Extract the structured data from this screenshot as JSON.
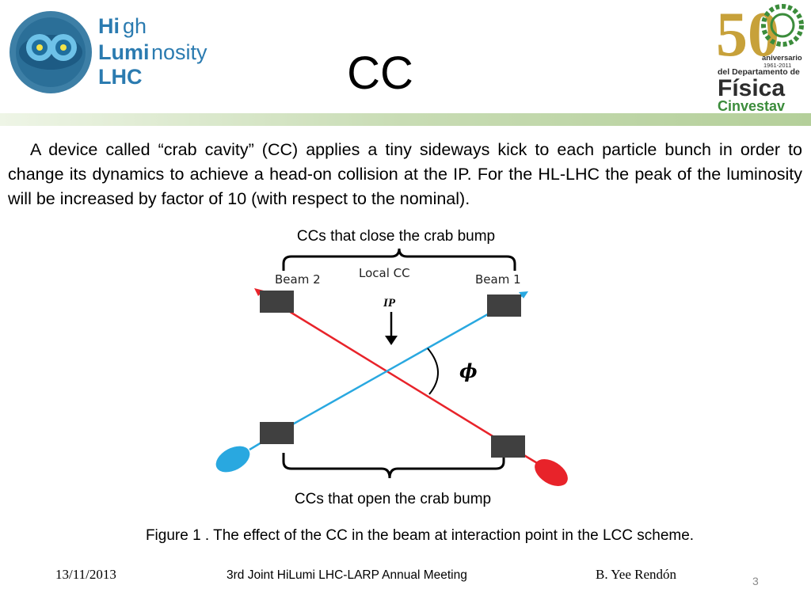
{
  "header": {
    "title": "CC",
    "logo_left": {
      "line1_bold": "Hi",
      "line1_rest": "gh",
      "line2_bold": "Lumi",
      "line2_rest": "nosity",
      "line3": "LHC"
    },
    "logo_right": {
      "number": "50",
      "line1": "aniversario",
      "line2": "1961-2011",
      "line3": "del Departamento de",
      "line4": "Física",
      "line5": "Cinvestav"
    }
  },
  "body": {
    "paragraph": "A device called “crab cavity” (CC) applies a tiny sideways kick  to each particle bunch in order to change its dynamics to  achieve a head-on collision at the IP. For the HL-LHC the  peak of the luminosity will be increased by  factor of 10 (with respect to the nominal)."
  },
  "diagram": {
    "top_caption": "CCs  that close  the crab bump",
    "bottom_caption": "CCs that  open the crab bump",
    "local_cc_label": "Local CC",
    "beam2_label": "Beam 2",
    "beam1_label": "Beam 1",
    "ip_label": "IP",
    "angle_label": "ϕ",
    "colors": {
      "beam1": "#29a8e0",
      "beam2": "#e8232a",
      "cavity": "#404040"
    }
  },
  "figure_caption": "Figure 1 . The effect of the CC in the beam at interaction point in  the LCC scheme.",
  "footer": {
    "date": "13/11/2013",
    "meeting": "3rd Joint HiLumi LHC-LARP Annual Meeting",
    "author": "B. Yee Rendón",
    "page": "3"
  }
}
